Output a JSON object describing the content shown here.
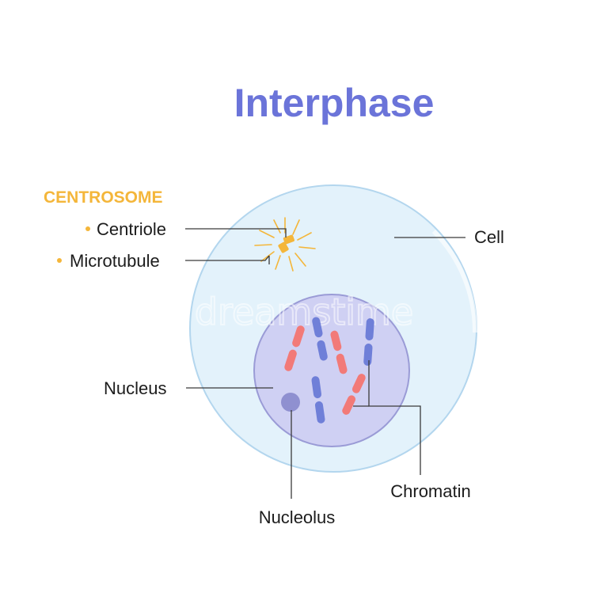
{
  "title": "Interphase",
  "watermark": "dreamstime",
  "colors": {
    "title": "#6b74d9",
    "accent": "#f4b63a",
    "cell_fill": "#e3f2fb",
    "cell_stroke": "#b3d6ee",
    "nucleus_fill": "#cfd0f3",
    "nucleus_stroke": "#9a9bd6",
    "nucleolus": "#8f90d0",
    "chromatin_blue": "#6f7fd8",
    "chromatin_red": "#f27a78"
  },
  "centrosome": {
    "heading": "CENTROSOME",
    "items": [
      "Centriole",
      "Microtubule"
    ]
  },
  "labels": {
    "cell": "Cell",
    "nucleus": "Nucleus",
    "nucleolus": "Nucleolus",
    "chromatin": "Chromatin"
  }
}
